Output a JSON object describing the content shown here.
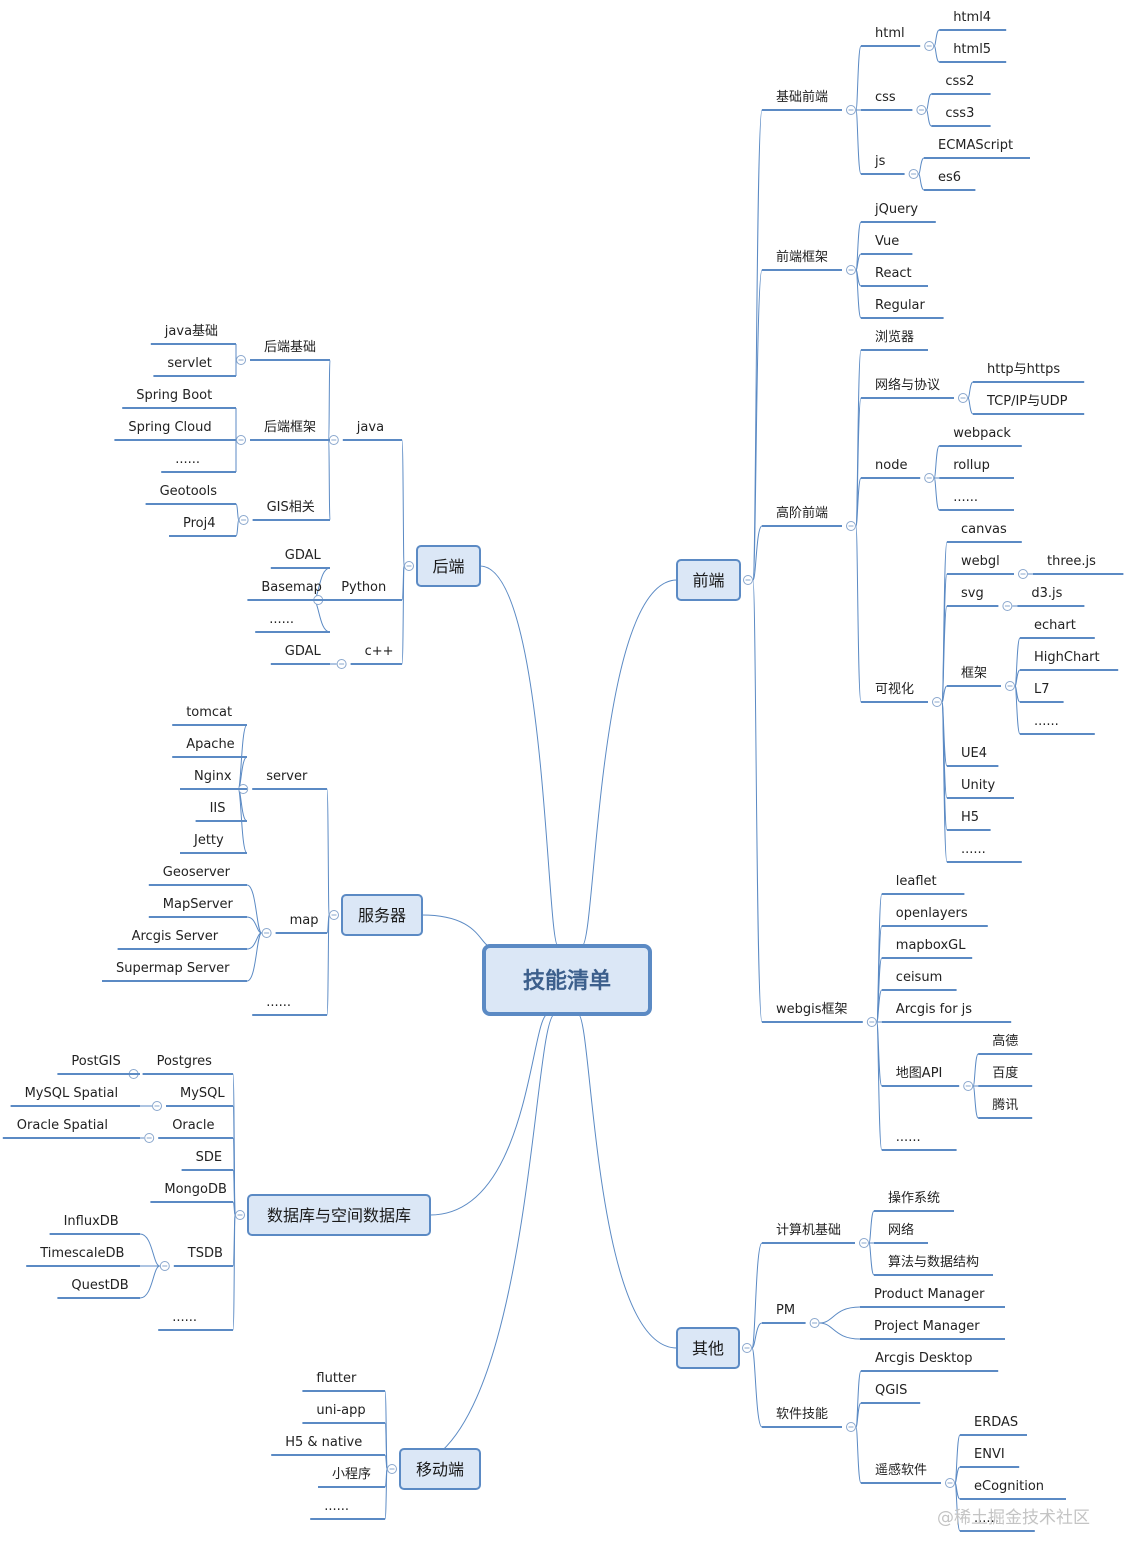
{
  "root": {
    "label": "技能清单"
  },
  "collapse_icon": "minus-circle-icon",
  "watermark": "@稀土掘金技术社区",
  "colors": {
    "line": "#5b8ac4",
    "branch_fill": "#dbe7f6",
    "branch_border": "#5b8ac4",
    "root_fill": "#dbe7f6",
    "root_border": "#5b8ac4",
    "root_text": "#3c5f8c",
    "collapse": "#8aa7cd"
  },
  "branches": {
    "frontend": {
      "label": "前端",
      "c": [
        {
          "label": "基础前端",
          "c": [
            {
              "label": "html",
              "c": [
                {
                  "label": "html4"
                },
                {
                  "label": "html5"
                }
              ]
            },
            {
              "label": "css",
              "c": [
                {
                  "label": "css2"
                },
                {
                  "label": "css3"
                }
              ]
            },
            {
              "label": "js",
              "c": [
                {
                  "label": "ECMAScript"
                },
                {
                  "label": "es6"
                }
              ]
            }
          ]
        },
        {
          "label": "前端框架",
          "c": [
            {
              "label": "jQuery"
            },
            {
              "label": "Vue"
            },
            {
              "label": "React"
            },
            {
              "label": "Regular"
            }
          ]
        },
        {
          "label": "高阶前端",
          "c": [
            {
              "label": "浏览器"
            },
            {
              "label": "网络与协议",
              "c": [
                {
                  "label": "http与https"
                },
                {
                  "label": "TCP/IP与UDP"
                }
              ]
            },
            {
              "label": "node",
              "c": [
                {
                  "label": "webpack"
                },
                {
                  "label": "rollup"
                },
                {
                  "label": "......"
                }
              ]
            },
            {
              "label": "可视化",
              "c": [
                {
                  "label": "canvas"
                },
                {
                  "label": "webgl",
                  "c": [
                    {
                      "label": "three.js"
                    }
                  ]
                },
                {
                  "label": "svg",
                  "c": [
                    {
                      "label": "d3.js"
                    }
                  ]
                },
                {
                  "label": "框架",
                  "c": [
                    {
                      "label": "echart"
                    },
                    {
                      "label": "HighChart"
                    },
                    {
                      "label": "L7"
                    },
                    {
                      "label": "......"
                    }
                  ]
                },
                {
                  "label": "UE4"
                },
                {
                  "label": "Unity"
                },
                {
                  "label": "H5"
                },
                {
                  "label": "......"
                }
              ]
            }
          ]
        },
        {
          "label": "webgis框架",
          "c": [
            {
              "label": "leaflet"
            },
            {
              "label": "openlayers"
            },
            {
              "label": "mapboxGL"
            },
            {
              "label": "ceisum"
            },
            {
              "label": "Arcgis for js"
            },
            {
              "label": "地图API",
              "c": [
                {
                  "label": "高德"
                },
                {
                  "label": "百度"
                },
                {
                  "label": "腾讯"
                }
              ]
            },
            {
              "label": "......"
            }
          ]
        }
      ]
    },
    "other": {
      "label": "其他",
      "c": [
        {
          "label": "计算机基础",
          "c": [
            {
              "label": "操作系统"
            },
            {
              "label": "网络"
            },
            {
              "label": "算法与数据结构"
            }
          ]
        },
        {
          "label": "PM",
          "c": [
            {
              "label": "Product Manager"
            },
            {
              "label": "Project Manager"
            }
          ]
        },
        {
          "label": "软件技能",
          "c": [
            {
              "label": "Arcgis Desktop"
            },
            {
              "label": "QGIS"
            },
            {
              "label": "遥感软件",
              "c": [
                {
                  "label": "ERDAS"
                },
                {
                  "label": "ENVI"
                },
                {
                  "label": "eCognition"
                },
                {
                  "label": "......"
                }
              ]
            }
          ]
        }
      ]
    },
    "backend": {
      "label": "后端",
      "c": [
        {
          "label": "java",
          "c": [
            {
              "label": "后端基础",
              "c": [
                {
                  "label": "java基础"
                },
                {
                  "label": "servlet"
                }
              ]
            },
            {
              "label": "后端框架",
              "c": [
                {
                  "label": "Spring Boot"
                },
                {
                  "label": "Spring Cloud"
                },
                {
                  "label": "......"
                }
              ]
            },
            {
              "label": "GIS相关",
              "c": [
                {
                  "label": "Geotools"
                },
                {
                  "label": "Proj4"
                }
              ]
            }
          ]
        },
        {
          "label": "Python",
          "c": [
            {
              "label": "GDAL"
            },
            {
              "label": "Basemap"
            },
            {
              "label": "......"
            }
          ]
        },
        {
          "label": "c++",
          "c": [
            {
              "label": "GDAL"
            }
          ]
        }
      ]
    },
    "server": {
      "label": "服务器",
      "c": [
        {
          "label": "server",
          "c": [
            {
              "label": "tomcat"
            },
            {
              "label": "Apache"
            },
            {
              "label": "Nginx"
            },
            {
              "label": "IIS"
            },
            {
              "label": "Jetty"
            }
          ]
        },
        {
          "label": "map",
          "c": [
            {
              "label": "Geoserver"
            },
            {
              "label": "MapServer"
            },
            {
              "label": "Arcgis Server"
            },
            {
              "label": "Supermap Server"
            }
          ]
        },
        {
          "label": "......"
        }
      ]
    },
    "database": {
      "label": "数据库与空间数据库",
      "c": [
        {
          "label": "Postgres",
          "c": [
            {
              "label": "PostGIS"
            }
          ]
        },
        {
          "label": "MySQL",
          "c": [
            {
              "label": "MySQL Spatial"
            }
          ]
        },
        {
          "label": "Oracle",
          "c": [
            {
              "label": "Oracle Spatial"
            }
          ]
        },
        {
          "label": "SDE"
        },
        {
          "label": "MongoDB"
        },
        {
          "label": "TSDB",
          "c": [
            {
              "label": "InfluxDB"
            },
            {
              "label": "TimescaleDB"
            },
            {
              "label": "QuestDB"
            }
          ]
        },
        {
          "label": "......"
        }
      ]
    },
    "mobile": {
      "label": "移动端",
      "c": [
        {
          "label": "flutter"
        },
        {
          "label": "uni-app"
        },
        {
          "label": "H5 & native"
        },
        {
          "label": "小程序"
        },
        {
          "label": "......"
        }
      ]
    }
  }
}
